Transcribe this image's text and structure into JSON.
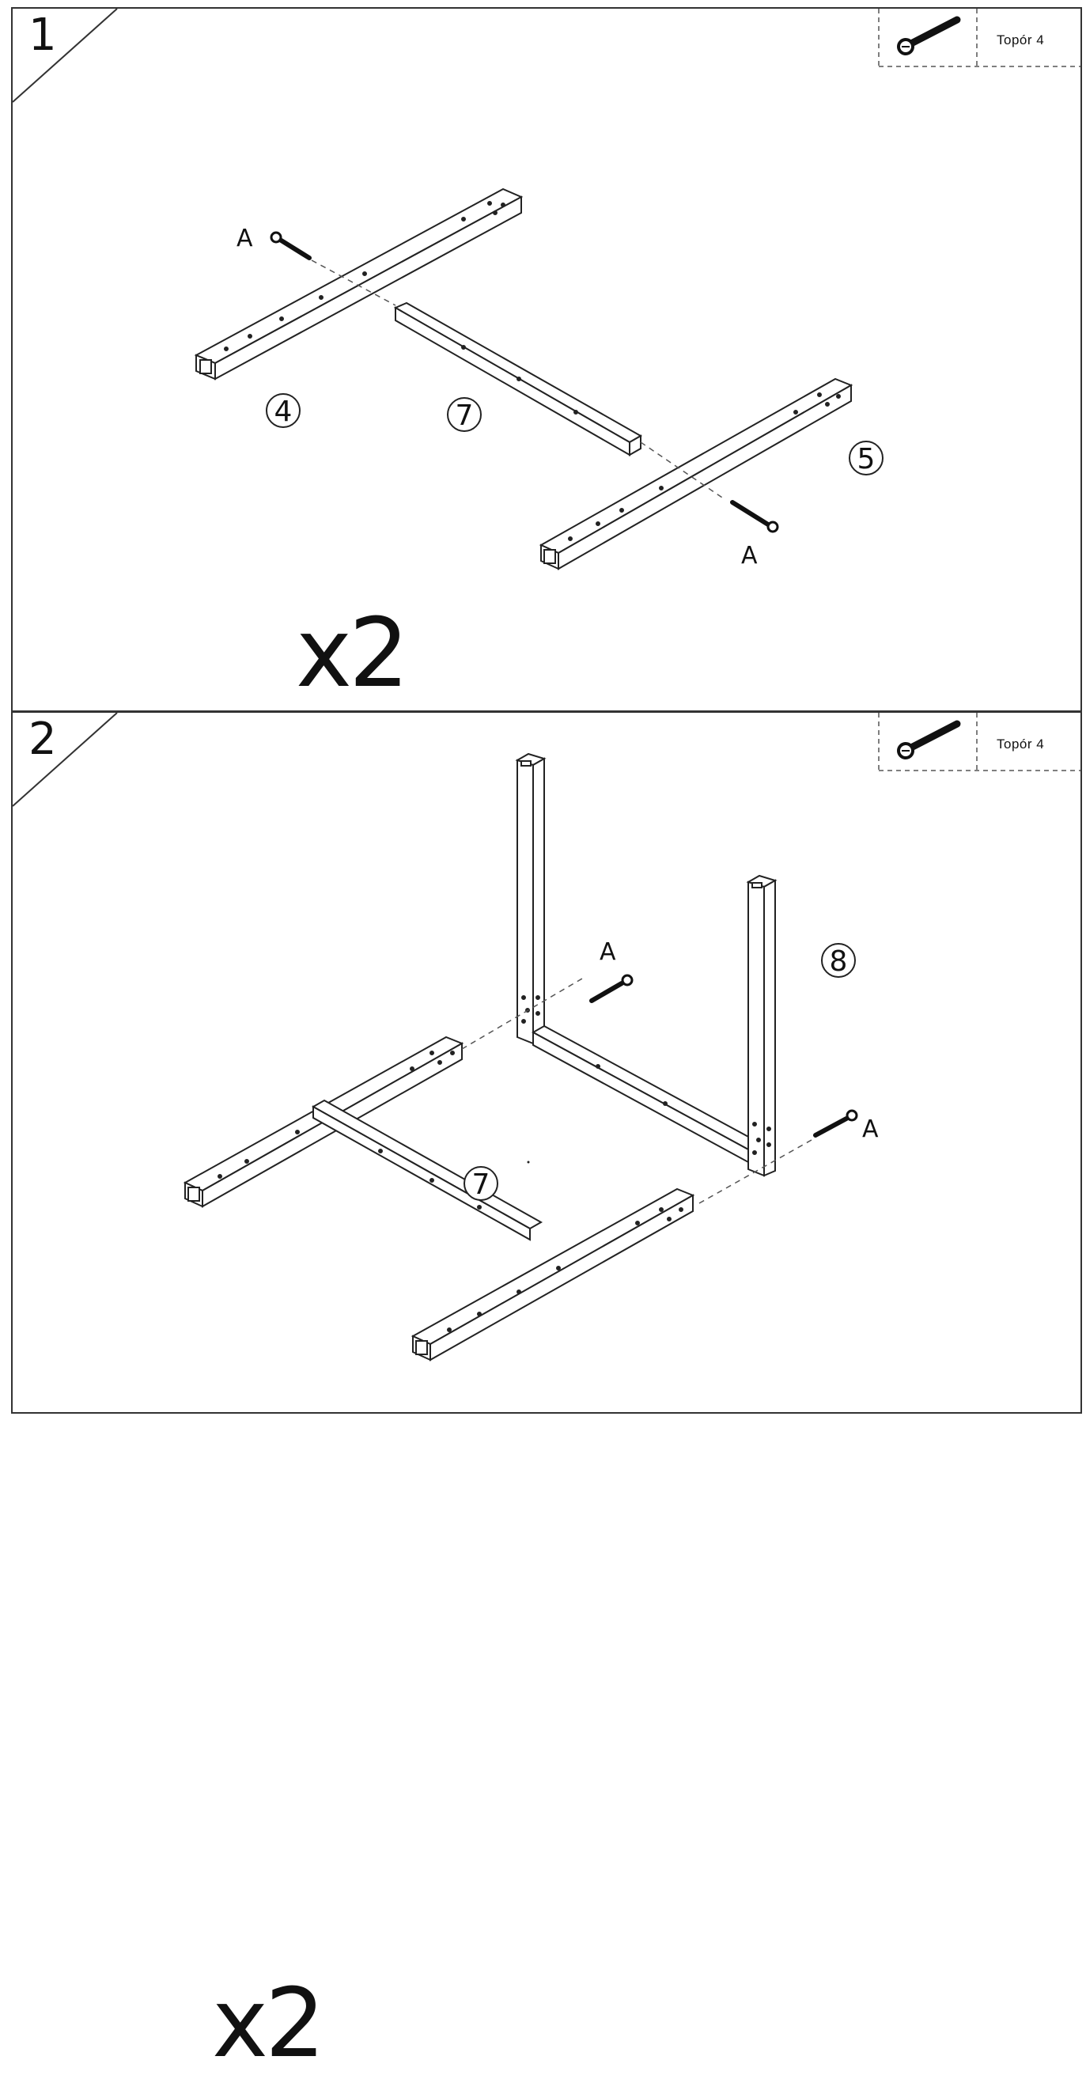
{
  "steps": [
    {
      "number": "1",
      "legend": {
        "icon": "screw-icon",
        "label": "Topór 4"
      },
      "parts": [
        {
          "id": "part-4",
          "label": "4"
        },
        {
          "id": "part-7",
          "label": "7"
        },
        {
          "id": "part-5",
          "label": "5"
        }
      ],
      "screws": [
        {
          "label": "A"
        },
        {
          "label": "A"
        }
      ],
      "multiplier": "x2"
    },
    {
      "number": "2",
      "legend": {
        "icon": "screw-icon",
        "label": "Topór 4"
      },
      "parts": [
        {
          "id": "part-8",
          "label": "8"
        },
        {
          "id": "part-7",
          "label": "7"
        }
      ],
      "screws": [
        {
          "label": "A"
        },
        {
          "label": "A"
        }
      ],
      "multiplier": "x2"
    }
  ],
  "colors": {
    "line": "#222222",
    "dashed": "#555555",
    "background": "#ffffff"
  }
}
